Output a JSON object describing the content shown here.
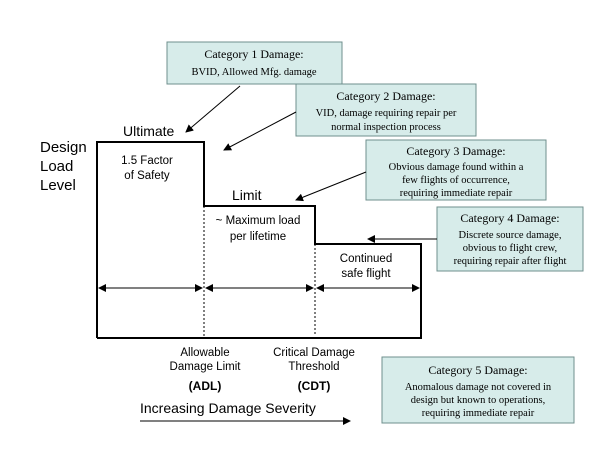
{
  "y_axis_label": [
    "Design",
    "Load",
    "Level"
  ],
  "levels": {
    "ultimate": "Ultimate",
    "limit": "Limit",
    "safety_note": [
      "1.5 Factor",
      "of Safety"
    ],
    "max_load_note": [
      "~ Maximum load",
      "per lifetime"
    ],
    "continued_note": [
      "Continued",
      "safe flight"
    ]
  },
  "thresholds": {
    "adl": {
      "name": [
        "Allowable",
        "Damage Limit"
      ],
      "abbr": "(ADL)"
    },
    "cdt": {
      "name": [
        "Critical Damage",
        "Threshold"
      ],
      "abbr": "(CDT)"
    }
  },
  "x_axis_label": "Increasing Damage Severity",
  "categories": [
    {
      "title": "Category 1 Damage:",
      "lines": [
        "BVID, Allowed Mfg. damage"
      ]
    },
    {
      "title": "Category 2 Damage:",
      "lines": [
        "VID, damage requiring repair per",
        "normal inspection process"
      ]
    },
    {
      "title": "Category 3 Damage:",
      "lines": [
        "Obvious damage found within a",
        "few flights of occurrence,",
        "requiring immediate repair"
      ]
    },
    {
      "title": "Category 4 Damage:",
      "lines": [
        "Discrete source damage,",
        "obvious to flight crew,",
        "requiring repair after flight"
      ]
    },
    {
      "title": "Category 5 Damage:",
      "lines": [
        "Anomalous damage not covered in",
        "design but known to operations,",
        "requiring immediate repair"
      ]
    }
  ],
  "colors": {
    "box_fill": "#d7ecea",
    "box_border": "#6f8f8d",
    "line": "#000000"
  }
}
